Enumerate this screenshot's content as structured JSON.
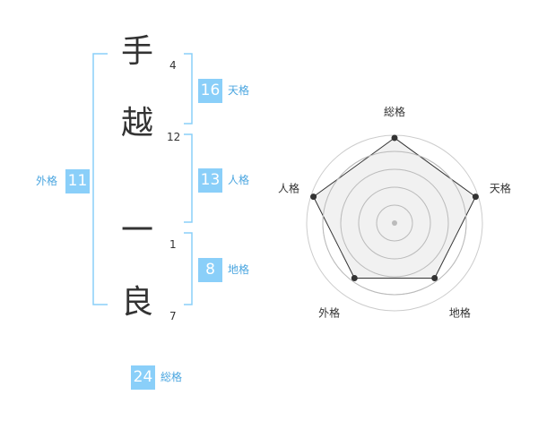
{
  "name": {
    "chars": [
      {
        "char": "手",
        "strokes": "4"
      },
      {
        "char": "越",
        "strokes": "12"
      },
      {
        "char": "一",
        "strokes": "1"
      },
      {
        "char": "良",
        "strokes": "7"
      }
    ]
  },
  "kaku": {
    "tenkaku": {
      "value": "16",
      "label": "天格"
    },
    "jinkaku": {
      "value": "13",
      "label": "人格"
    },
    "chikaku": {
      "value": "8",
      "label": "地格"
    },
    "gaikaku": {
      "value": "11",
      "label": "外格"
    },
    "soukaku": {
      "value": "24",
      "label": "総格"
    }
  },
  "chart_data": {
    "type": "radar",
    "axes": [
      "総格",
      "天格",
      "地格",
      "外格",
      "人格"
    ],
    "values": [
      5,
      5,
      4,
      4,
      5
    ],
    "range": [
      0,
      5
    ],
    "grid": true,
    "colors": {
      "fill": "#eeeeee",
      "line": "#333333",
      "grid": "#cccccc",
      "point": "#333333"
    }
  },
  "colors": {
    "badge": "#8acff9",
    "bracket": "#8acff9",
    "label": "#4ba6e0"
  }
}
